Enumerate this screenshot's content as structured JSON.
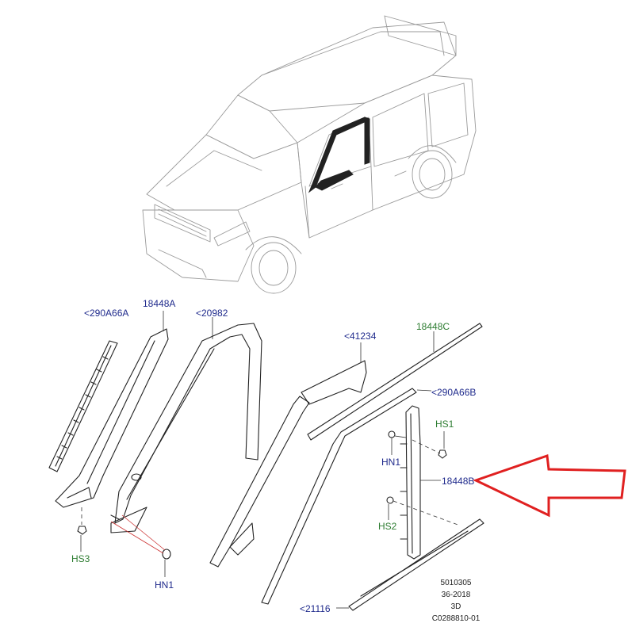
{
  "labels": {
    "l290A66A": "<290A66A",
    "l18448A": "18448A",
    "l20982": "<20982",
    "l41234": "<41234",
    "l18448C": "18448C",
    "l290A66B": "<290A66B",
    "lHS1": "HS1",
    "lHN1_right": "HN1",
    "l18448B": "18448B",
    "lHS2": "HS2",
    "lHS3": "HS3",
    "lHN1_left": "HN1",
    "l21116": "<21116"
  },
  "meta": {
    "line1": "5010305",
    "line2": "36-2018",
    "line3": "3D",
    "line4": "C0288810-01"
  },
  "colors": {
    "callout_blue": "#1f2a8c",
    "callout_green": "#2e7d32",
    "arrow_red": "#e02020",
    "fastener_leader_red": "#cc3333"
  }
}
